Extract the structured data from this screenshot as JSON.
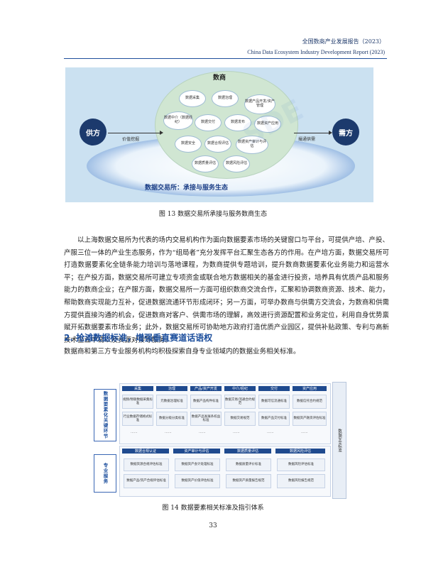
{
  "header": {
    "title_cn": "全国数商产业发展报告（2023）",
    "title_en": "China Data Ecosystem Industry Development Report (2023)"
  },
  "figure13": {
    "center_title": "数商",
    "nodes": [
      "数据采集",
      "数据治理",
      "数据产品开发/资产管理",
      "数据中介（数据经纪）",
      "数据交付",
      "数据发布",
      "数据资产应用",
      "数据安全",
      "数据合规评估",
      "数据资产审计与评估",
      "数据质量评估",
      "数据风险评估"
    ],
    "supply": "供方",
    "demand": "需方",
    "left_arrow_label": "价值挖掘",
    "right_arrow_label": "撮通供需",
    "strip_label": "数据交易所：承接与服务生态",
    "caption": "图 13  数据交易所承接与服务数商生态"
  },
  "body": {
    "paragraph": "以上海数据交易所为代表的场内交易机构作为面向数据要素市场的关键窗口与平台，可提供产培、产投、产服三位一体的产业生态服务，作为“组局者”充分发挥平台汇聚生态各方的作用。在产培方面，数据交易所可打造数据要素化全链条能力培训与落地课程，为数商提供专题培训，提升数商数据要素化业务能力和运营水平；在产投方面，数据交易所可建立专项资金或联合地方数据相关的基金进行投资，培养具有优质产品和服务能力的数商企业；在产服方面，数据交易所一方面可组织数商交流合作，汇聚和协调数商资源、技术、能力，帮助数商实现能力互补，促进数据流通环节形成闭环；另一方面，可举办数商与供需方交流会，为数商和供需方提供直接沟通的机会，促进数商对客户、供需市场的理解，高效进行资源配置和业务定位，利用自身优势禀赋开拓数据要素市场业务；此外，数据交易所可协助地方政府打造优质产业园区，提供补贴政策、专利与高新技术企业申请以及资源对接等服务。",
    "heading": "2. 抢滩数据标准，增强垂直赛道话语权",
    "subtext": "数据商和第三方专业服务机构均积极探索自身专业领域内的数据业务相关标准。"
  },
  "figure14": {
    "left_top": "数据要素化关键环节",
    "left_bottom": "专业服务",
    "right_bar": "数据安全标准",
    "top_headers": [
      "采集",
      "治理",
      "产品/资产开发",
      "中介/经纪",
      "交付",
      "资产应用"
    ],
    "top_row1": [
      "视频/物联数据采集标准",
      "元数据治理标准",
      "数据产品构件标准",
      "数据交易/流通合约规范",
      "数据可信流通标准",
      "数据信托合约规范"
    ],
    "top_row2": [
      "行业数据存储格式标准",
      "数据分级分类标准",
      "数据产品发展条权益标准",
      "数据交易规范",
      "数据产品交付标准",
      "数据资产融资评估标准"
    ],
    "dots": "......",
    "bottom_headers": [
      "数据合规认证",
      "资产审计与评估",
      "数据质量评估",
      "数据风险评估"
    ],
    "bottom_row1": [
      "数据资源合规评估标准",
      "数据资产会计处理标准",
      "数据质量评价标准",
      "数据风险评估标准"
    ],
    "bottom_row2": [
      "数据产品/资产合规评估标准",
      "数据资产价值评估标准",
      "数据资产质量报告规范",
      "数据风险报告规范"
    ],
    "caption": "图 14  数据要素相关标准及指引体系"
  },
  "page_number": "33"
}
